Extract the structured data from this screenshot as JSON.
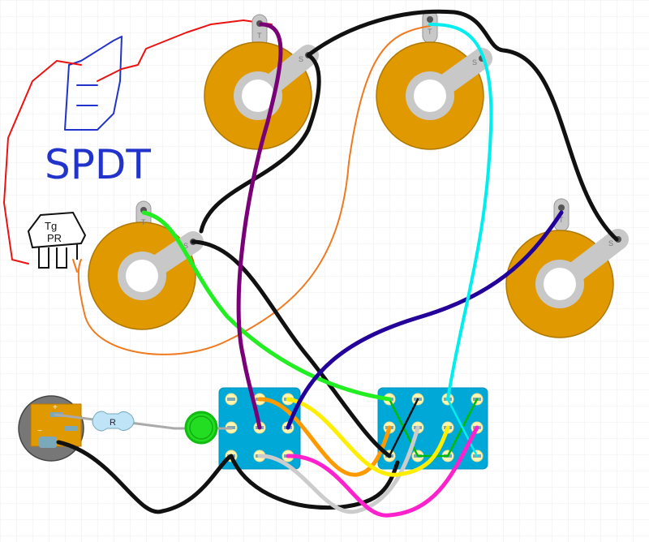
{
  "labels": {
    "tip": "T",
    "sleeve": "S",
    "resistor": "R",
    "plus": "+",
    "minus": "−",
    "handwritten_switch": "SPDT",
    "handwritten_toggle_line1": "Tg",
    "handwritten_toggle_line2": "PR"
  },
  "colors": {
    "pot_body": "#e09a00",
    "terminal_board": "#00a8d8",
    "led": "#22dd22",
    "resistor": "#bfe3f7",
    "jack_body": "#777777"
  }
}
